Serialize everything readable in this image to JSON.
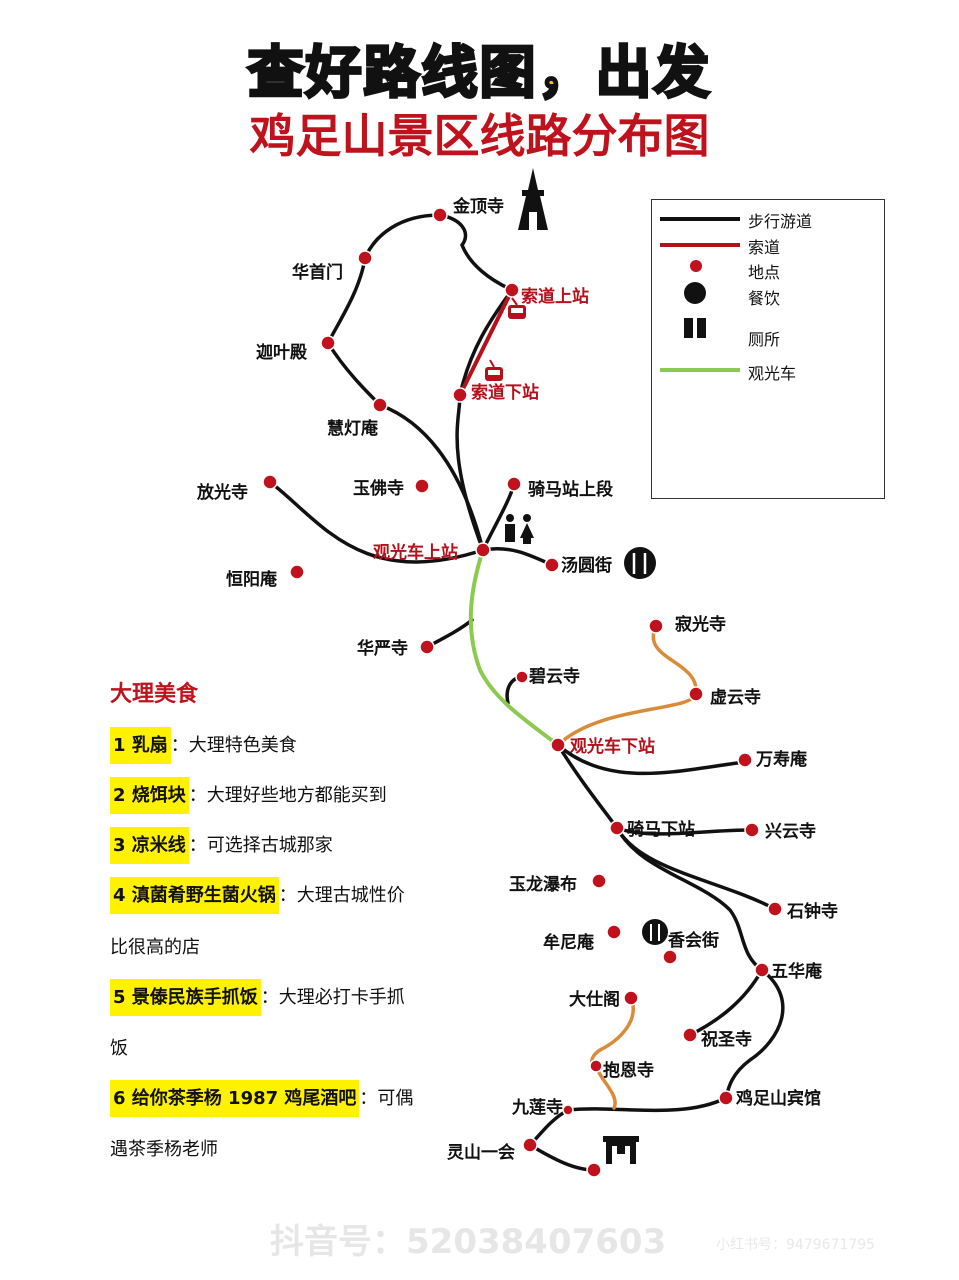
{
  "header": {
    "title": "查好路线图，出发",
    "subtitle": "鸡足山景区线路分布图"
  },
  "legend": {
    "items": [
      {
        "label": "步行游道",
        "icon": "black-line"
      },
      {
        "label": "索道",
        "icon": "red-line"
      },
      {
        "label": "地点",
        "icon": "red-dot"
      },
      {
        "label": "餐饮",
        "icon": "dining-icon"
      },
      {
        "label": "厕所",
        "icon": "restroom-icon"
      },
      {
        "label": "观光车",
        "icon": "green-line"
      }
    ]
  },
  "colors": {
    "walking_path": "#111111",
    "cableway": "#b3121c",
    "location_dot": "#c0121c",
    "sightseeing_bus": "#8cc94f",
    "orange_path": "#d98b3a",
    "title_yellow": "#f6c21a",
    "title_red": "#c0121c",
    "highlight": "#fff200"
  },
  "places": {
    "jindingsi": "金顶寺",
    "huashoumen": "华首门",
    "jiayedian": "迦叶殿",
    "huidengan": "慧灯庵",
    "suodao_top": "索道上站",
    "suodao_bottom": "索道下站",
    "fangguangsi": "放光寺",
    "yufosi": "玉佛寺",
    "qimazhan_top": "骑马站上段",
    "bus_top": "观光车上站",
    "tangyuanjie": "汤圆街",
    "hengyangan": "恒阳庵",
    "huayansi": "华严寺",
    "jiguangsi": "寂光寺",
    "biyunsi": "碧云寺",
    "xuyunsi": "虚云寺",
    "bus_bottom": "观光车下站",
    "wanshouan": "万寿庵",
    "qimaxiazhan": "骑马下站",
    "xingyunsi": "兴云寺",
    "yulongpubu": "玉龙瀑布",
    "shizhongsi": "石钟寺",
    "munian": "牟尼庵",
    "xianghuijie": "香会街",
    "wuhuaan": "五华庵",
    "dashige": "大仕阁",
    "zhushengsi": "祝圣寺",
    "baoensi": "抱恩寺",
    "jiusi": "九莲寺",
    "binguan": "鸡足山宾馆",
    "lingshan": "灵山一会"
  },
  "food": {
    "title": "大理美食",
    "items": [
      {
        "name": "1 乳扇",
        "desc": "：大理特色美食"
      },
      {
        "name": "2 烧饵块",
        "desc": "：大理好些地方都能买到"
      },
      {
        "name": "3 凉米线",
        "desc": "：可选择古城那家"
      },
      {
        "name": "4 滇菌肴野生菌火锅",
        "desc": "：大理古城性价",
        "cont": "比很高的店"
      },
      {
        "name": "5 景傣民族手抓饭",
        "desc": "：大理必打卡手抓",
        "cont": "饭"
      },
      {
        "name": "6 给你茶季杨 1987 鸡尾酒吧",
        "desc": "：可偶",
        "cont": "遇茶季杨老师"
      }
    ]
  },
  "watermark": {
    "douyin": "抖音号：52038407603",
    "xhs": "小红书号：9479671795"
  }
}
